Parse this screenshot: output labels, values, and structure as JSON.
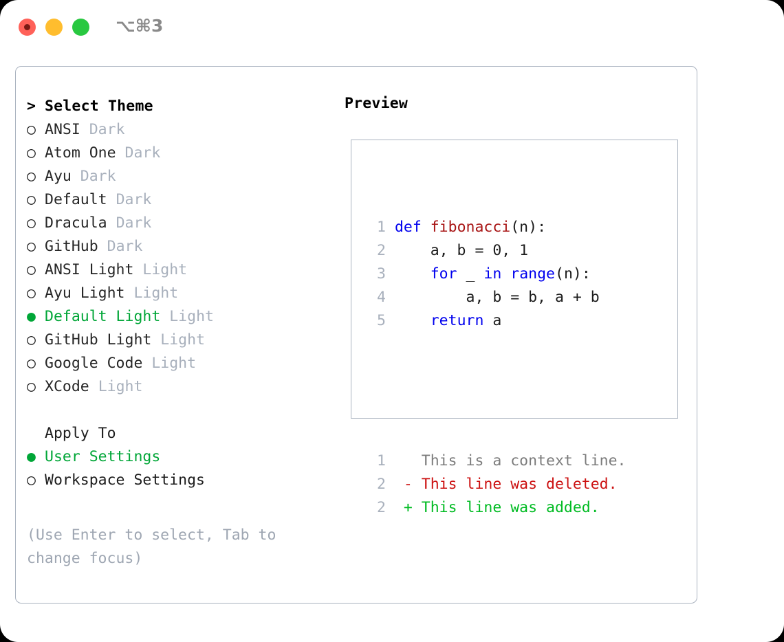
{
  "window": {
    "shortcut": "⌥⌘3",
    "traffic_lights": [
      "close-red",
      "minimize-yellow",
      "maximize-green"
    ]
  },
  "left": {
    "heading_prefix": "> ",
    "heading": "Select Theme",
    "selected_bullet": "●",
    "unselected_bullet": "○",
    "themes": [
      {
        "bullet": "○",
        "name": "ANSI",
        "kind": "Dark",
        "selected": false
      },
      {
        "bullet": "○",
        "name": "Atom One",
        "kind": "Dark",
        "selected": false
      },
      {
        "bullet": "○",
        "name": "Ayu",
        "kind": "Dark",
        "selected": false
      },
      {
        "bullet": "○",
        "name": "Default",
        "kind": "Dark",
        "selected": false
      },
      {
        "bullet": "○",
        "name": "Dracula",
        "kind": "Dark",
        "selected": false
      },
      {
        "bullet": "○",
        "name": "GitHub",
        "kind": "Dark",
        "selected": false
      },
      {
        "bullet": "○",
        "name": "ANSI Light",
        "kind": "Light",
        "selected": false
      },
      {
        "bullet": "○",
        "name": "Ayu Light",
        "kind": "Light",
        "selected": false
      },
      {
        "bullet": "●",
        "name": "Default Light",
        "kind": "Light",
        "selected": true
      },
      {
        "bullet": "○",
        "name": "GitHub Light",
        "kind": "Light",
        "selected": false
      },
      {
        "bullet": "○",
        "name": "Google Code",
        "kind": "Light",
        "selected": false
      },
      {
        "bullet": "○",
        "name": "XCode",
        "kind": "Light",
        "selected": false
      }
    ],
    "apply_to": {
      "title": "Apply To",
      "options": [
        {
          "bullet": "●",
          "label": "User Settings",
          "selected": true
        },
        {
          "bullet": "○",
          "label": "Workspace Settings",
          "selected": false
        }
      ]
    },
    "help_text": "(Use Enter to select, Tab to change focus)"
  },
  "right": {
    "preview_title": "Preview",
    "code_lines": [
      {
        "num": "1",
        "segments": [
          {
            "text": "def ",
            "style": "kw"
          },
          {
            "text": "fibonacci",
            "style": "fn"
          },
          {
            "text": "(n):",
            "style": "plain"
          }
        ]
      },
      {
        "num": "2",
        "segments": [
          {
            "text": "    a, b = 0, 1",
            "style": "plain"
          }
        ]
      },
      {
        "num": "3",
        "segments": [
          {
            "text": "    ",
            "style": "plain"
          },
          {
            "text": "for",
            "style": "kw"
          },
          {
            "text": " _ ",
            "style": "plain"
          },
          {
            "text": "in",
            "style": "kw"
          },
          {
            "text": " ",
            "style": "plain"
          },
          {
            "text": "range",
            "style": "kw"
          },
          {
            "text": "(n):",
            "style": "plain"
          }
        ]
      },
      {
        "num": "4",
        "segments": [
          {
            "text": "        a, b = b, a + b",
            "style": "plain"
          }
        ]
      },
      {
        "num": "5",
        "segments": [
          {
            "text": "    ",
            "style": "plain"
          },
          {
            "text": "return",
            "style": "kw"
          },
          {
            "text": " a",
            "style": "plain"
          }
        ]
      }
    ],
    "diff_lines": [
      {
        "num": "1",
        "marker": "  ",
        "text": "This is a context line.",
        "kind": "context"
      },
      {
        "num": "2",
        "marker": "- ",
        "text": "This line was deleted.",
        "kind": "deleted"
      },
      {
        "num": "2",
        "marker": "+ ",
        "text": "This line was added.",
        "kind": "added"
      }
    ]
  },
  "colors": {
    "accent_green": "#00a637",
    "border": "#a9b2bf",
    "muted": "#a8b0bc",
    "keyword_blue": "#0000ee",
    "function_red": "#a81414",
    "diff_deleted": "#cc1111",
    "diff_added": "#00bb22",
    "diff_context": "#7c7c7c",
    "traffic_red": "#ff6159",
    "traffic_yellow": "#ffbd2e",
    "traffic_green": "#28c840"
  }
}
